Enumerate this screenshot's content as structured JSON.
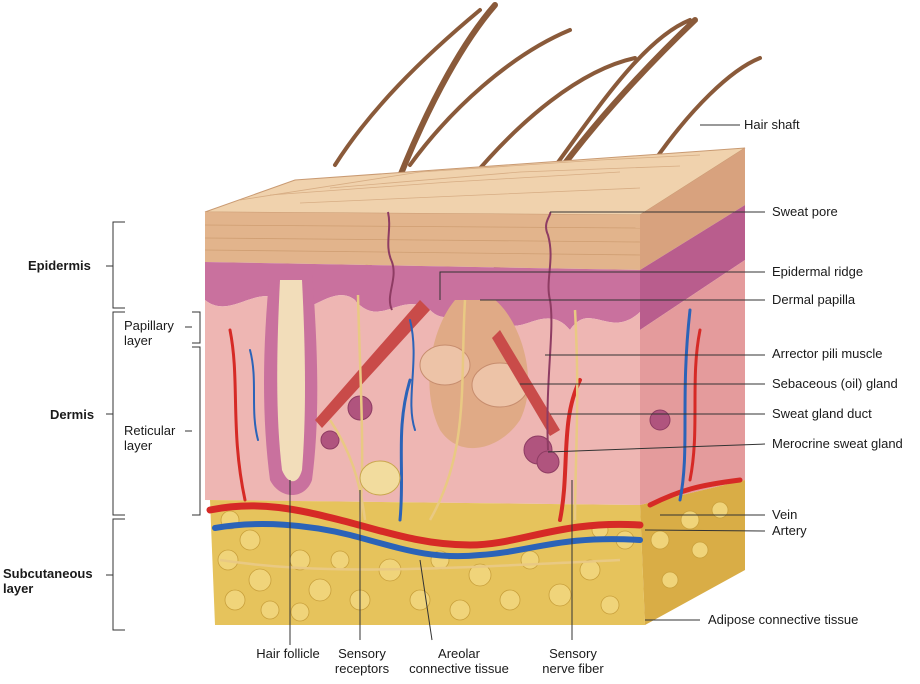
{
  "left_labels": {
    "epidermis": "Epidermis",
    "dermis": "Dermis",
    "subcutaneous": "Subcutaneous\nlayer",
    "papillary": "Papillary\nlayer",
    "reticular": "Reticular\nlayer"
  },
  "right_labels": {
    "hair_shaft": "Hair shaft",
    "sweat_pore": "Sweat pore",
    "epidermal_ridge": "Epidermal ridge",
    "dermal_papilla": "Dermal papilla",
    "arrector_pili": "Arrector pili muscle",
    "sebaceous_gland": "Sebaceous (oil) gland",
    "sweat_gland_duct": "Sweat gland duct",
    "merocrine_gland": "Merocrine sweat gland",
    "vein": "Vein",
    "artery": "Artery",
    "adipose": "Adipose connective tissue"
  },
  "bottom_labels": {
    "hair_follicle": "Hair follicle",
    "sensory_receptors": "Sensory\nreceptors",
    "areolar": "Areolar\nconnective tissue",
    "nerve_fiber": "Sensory\nnerve fiber"
  },
  "colors": {
    "epidermis": "#e2b48c",
    "dermis_pink": "#eeb6b3",
    "papillary_purple": "#c9719e",
    "adipose": "#e6c35c",
    "artery": "#d62a26",
    "vein": "#2b63b8",
    "nerve": "#e9c983",
    "hair": "#8a5a3a"
  }
}
